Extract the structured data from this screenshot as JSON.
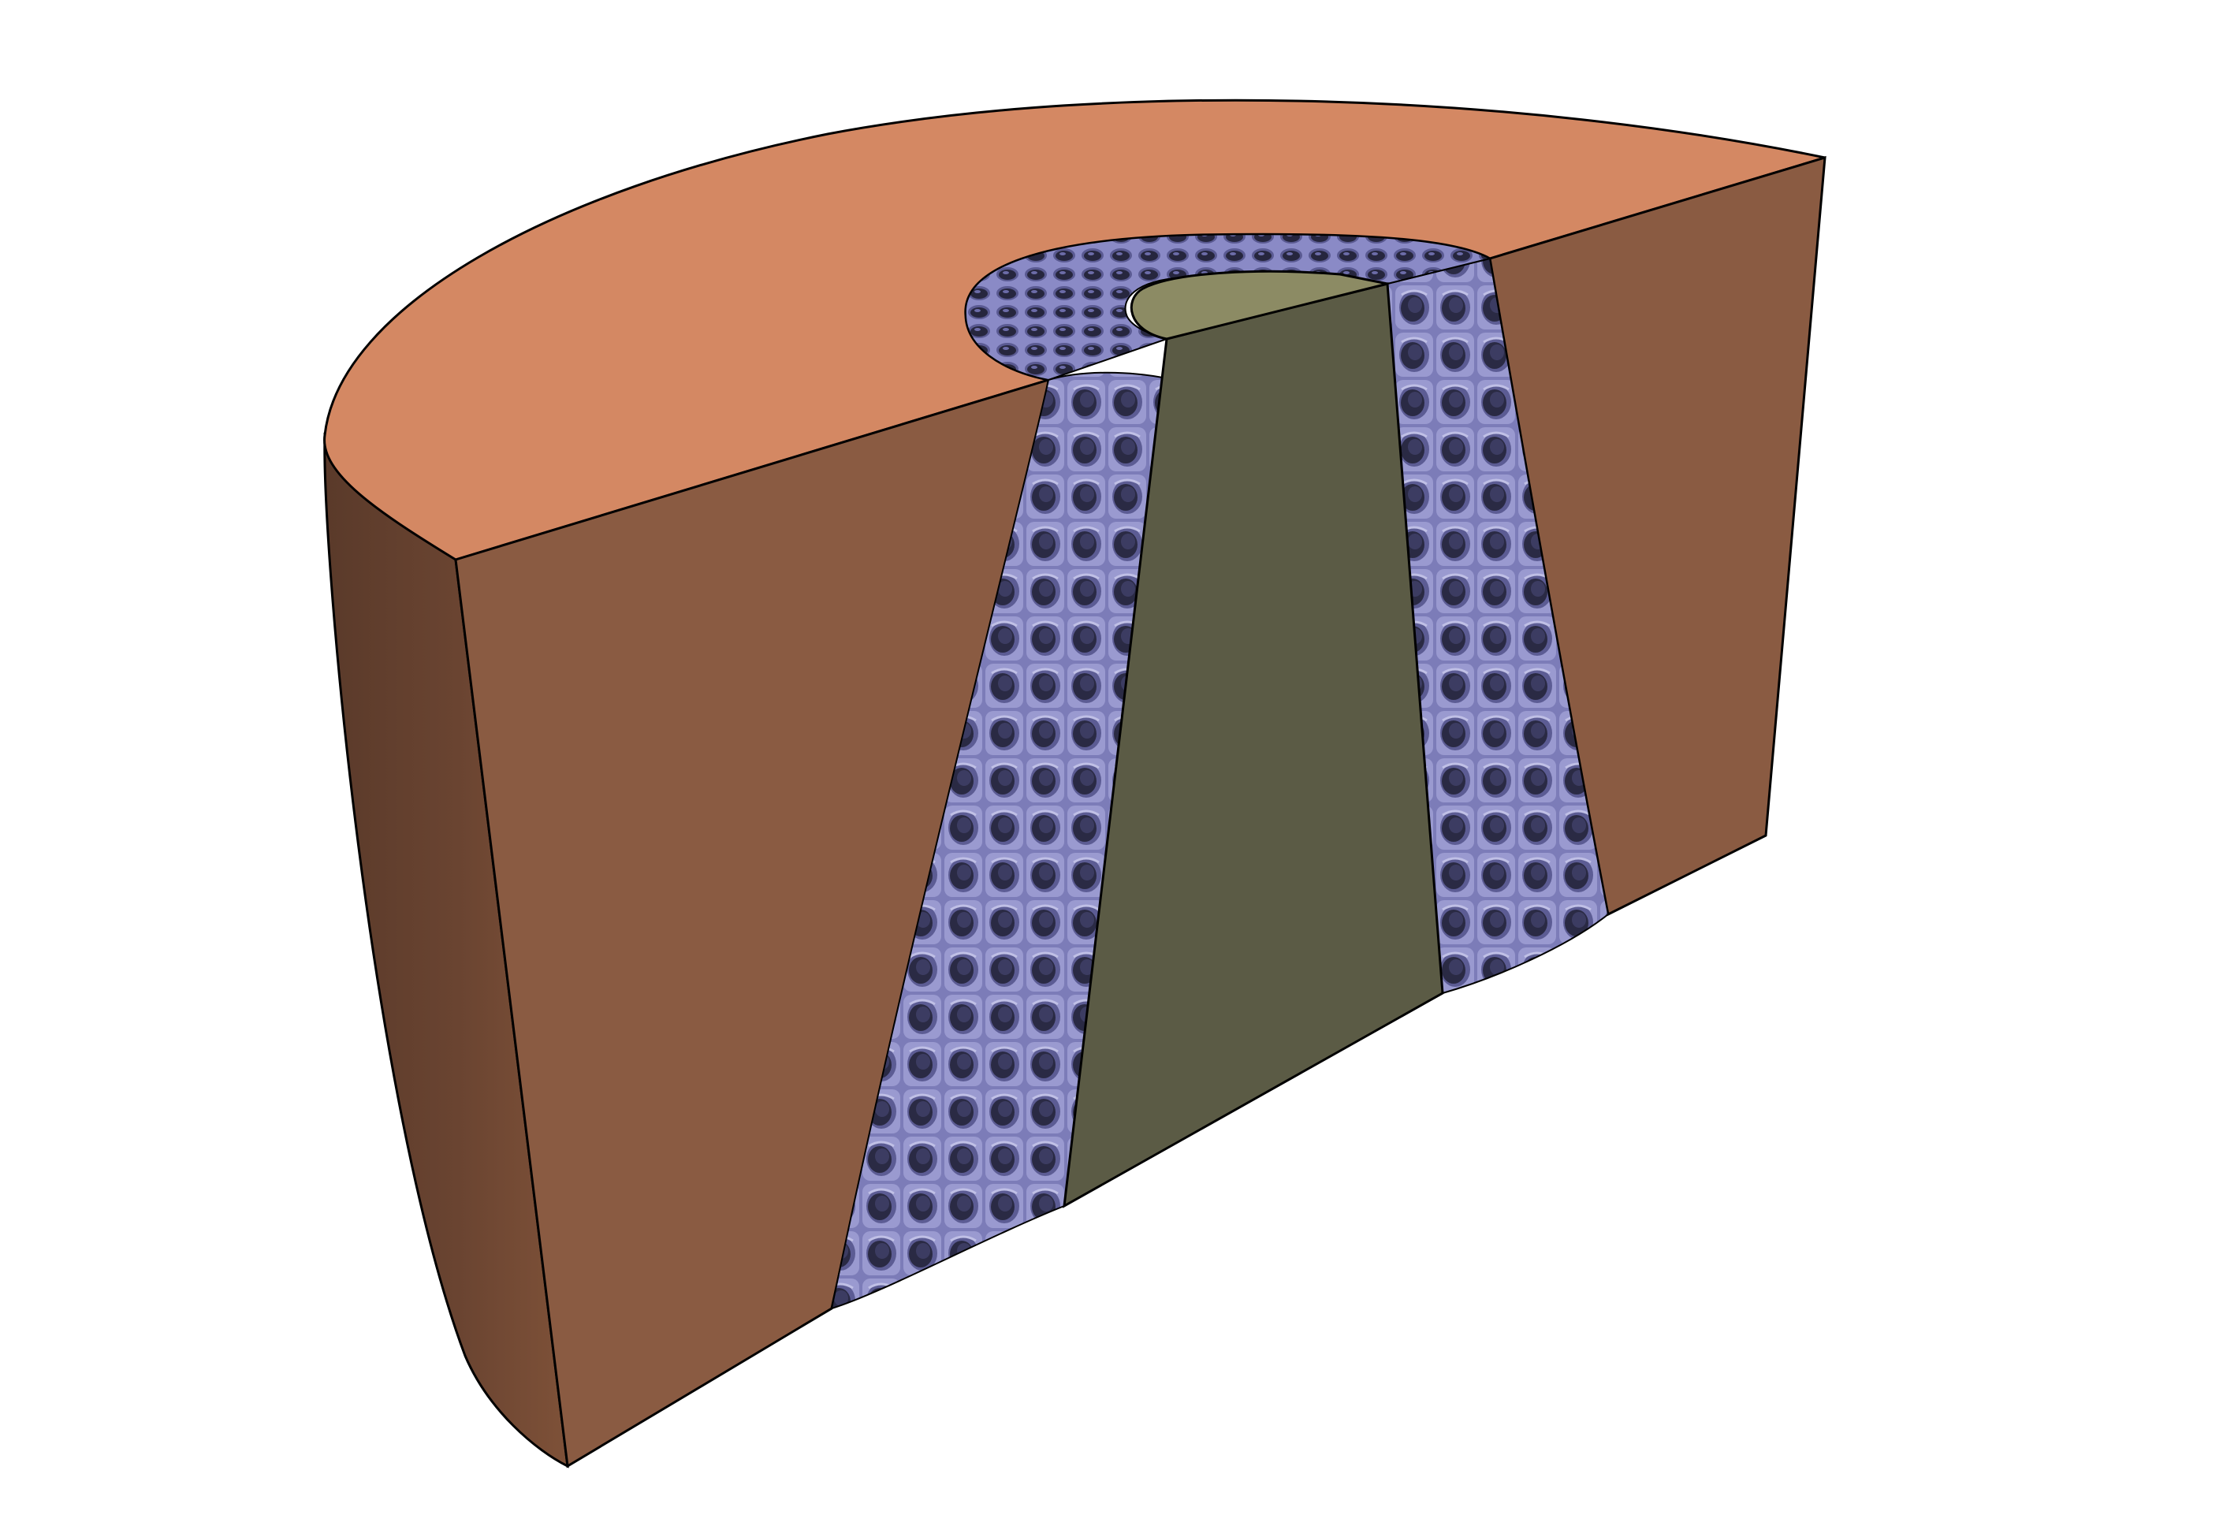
{
  "scene": {
    "subject": "cutaway-cylinder-with-lattice-ring-and-conical-core",
    "components": [
      {
        "id": "outer-shell",
        "fill": "#8a5b42"
      },
      {
        "id": "top-face",
        "fill": "#d48863"
      },
      {
        "id": "lattice-band",
        "fill": "#6e6ea6"
      },
      {
        "id": "core-section",
        "fill": "#5b5b45"
      },
      {
        "id": "core-top",
        "fill": "#8c8b64"
      }
    ],
    "background": "#ffffff",
    "outline": "#000000"
  }
}
